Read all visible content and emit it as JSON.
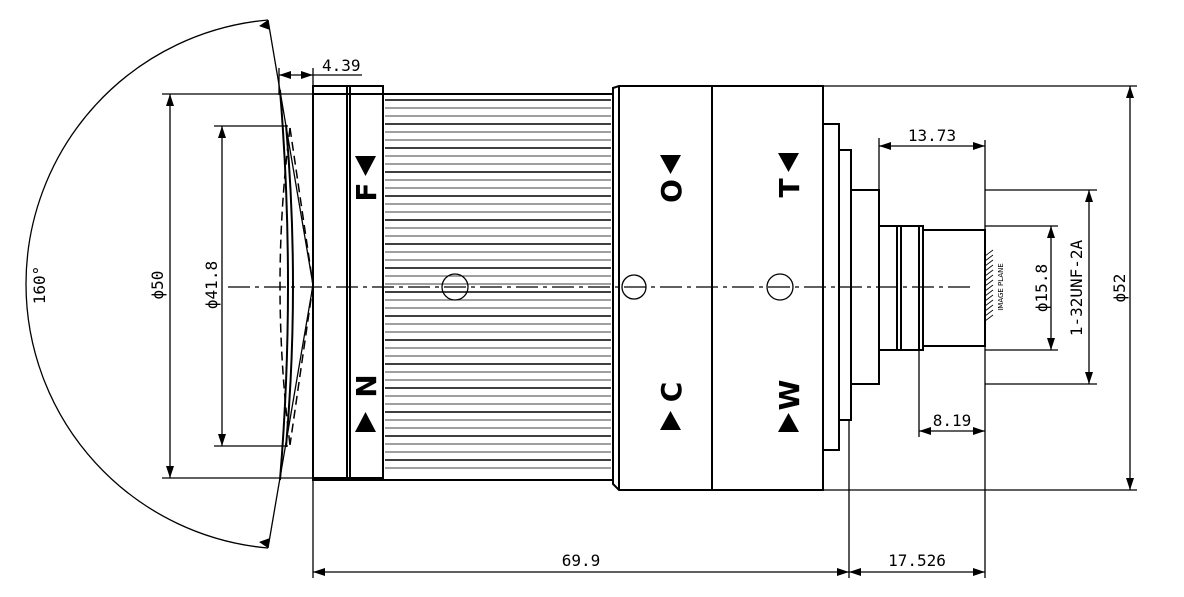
{
  "dimensions": {
    "angle": "160°",
    "front_outer_diameter": "ϕ50",
    "front_lens_diameter": "ϕ41.8",
    "front_offset": "4.39",
    "body_length": "69.9",
    "flange_back": "17.526",
    "mount_depth": "13.73",
    "thread_length": "8.19",
    "mount_diameter": "ϕ15.8",
    "thread_spec": "1-32UNF-2A",
    "body_diameter": "ϕ52"
  },
  "ring_marks": {
    "focus_far": "F",
    "focus_near": "N",
    "iris_open": "O",
    "iris_close": "C",
    "zoom_tele": "T",
    "zoom_wide": "W"
  },
  "image_plane_label": "IMAGE PLANE"
}
